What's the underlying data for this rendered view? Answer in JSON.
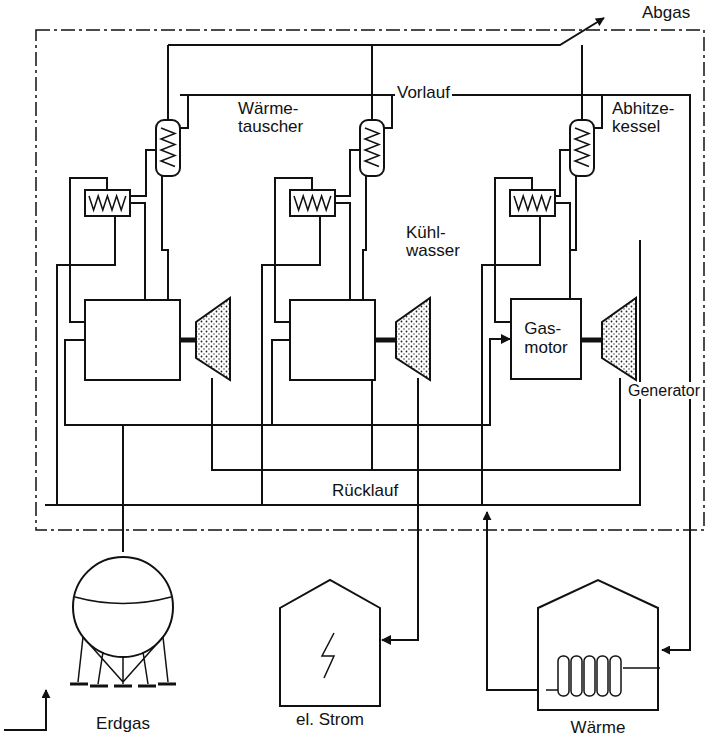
{
  "diagram": {
    "nodes": [
      {
        "text": [
          "Gas- motor"
        ]
      },
      {
        "text": [
          "Erdgas"
        ]
      },
      {
        "text": [
          "el. Strom"
        ]
      },
      {
        "text": [
          "Wärme"
        ]
      }
    ],
    "edges": [
      {
        "from": 1,
        "to": 0,
        "arrow": "to"
      },
      {
        "from": 0,
        "to": 2,
        "arrow": "to"
      }
    ],
    "labels": [
      "Abgas",
      "Vorlauf",
      "Wärme- tauscher",
      "Abhitze- kessel",
      "Kühl- wasser",
      "Generator",
      "Rücklauf"
    ]
  }
}
